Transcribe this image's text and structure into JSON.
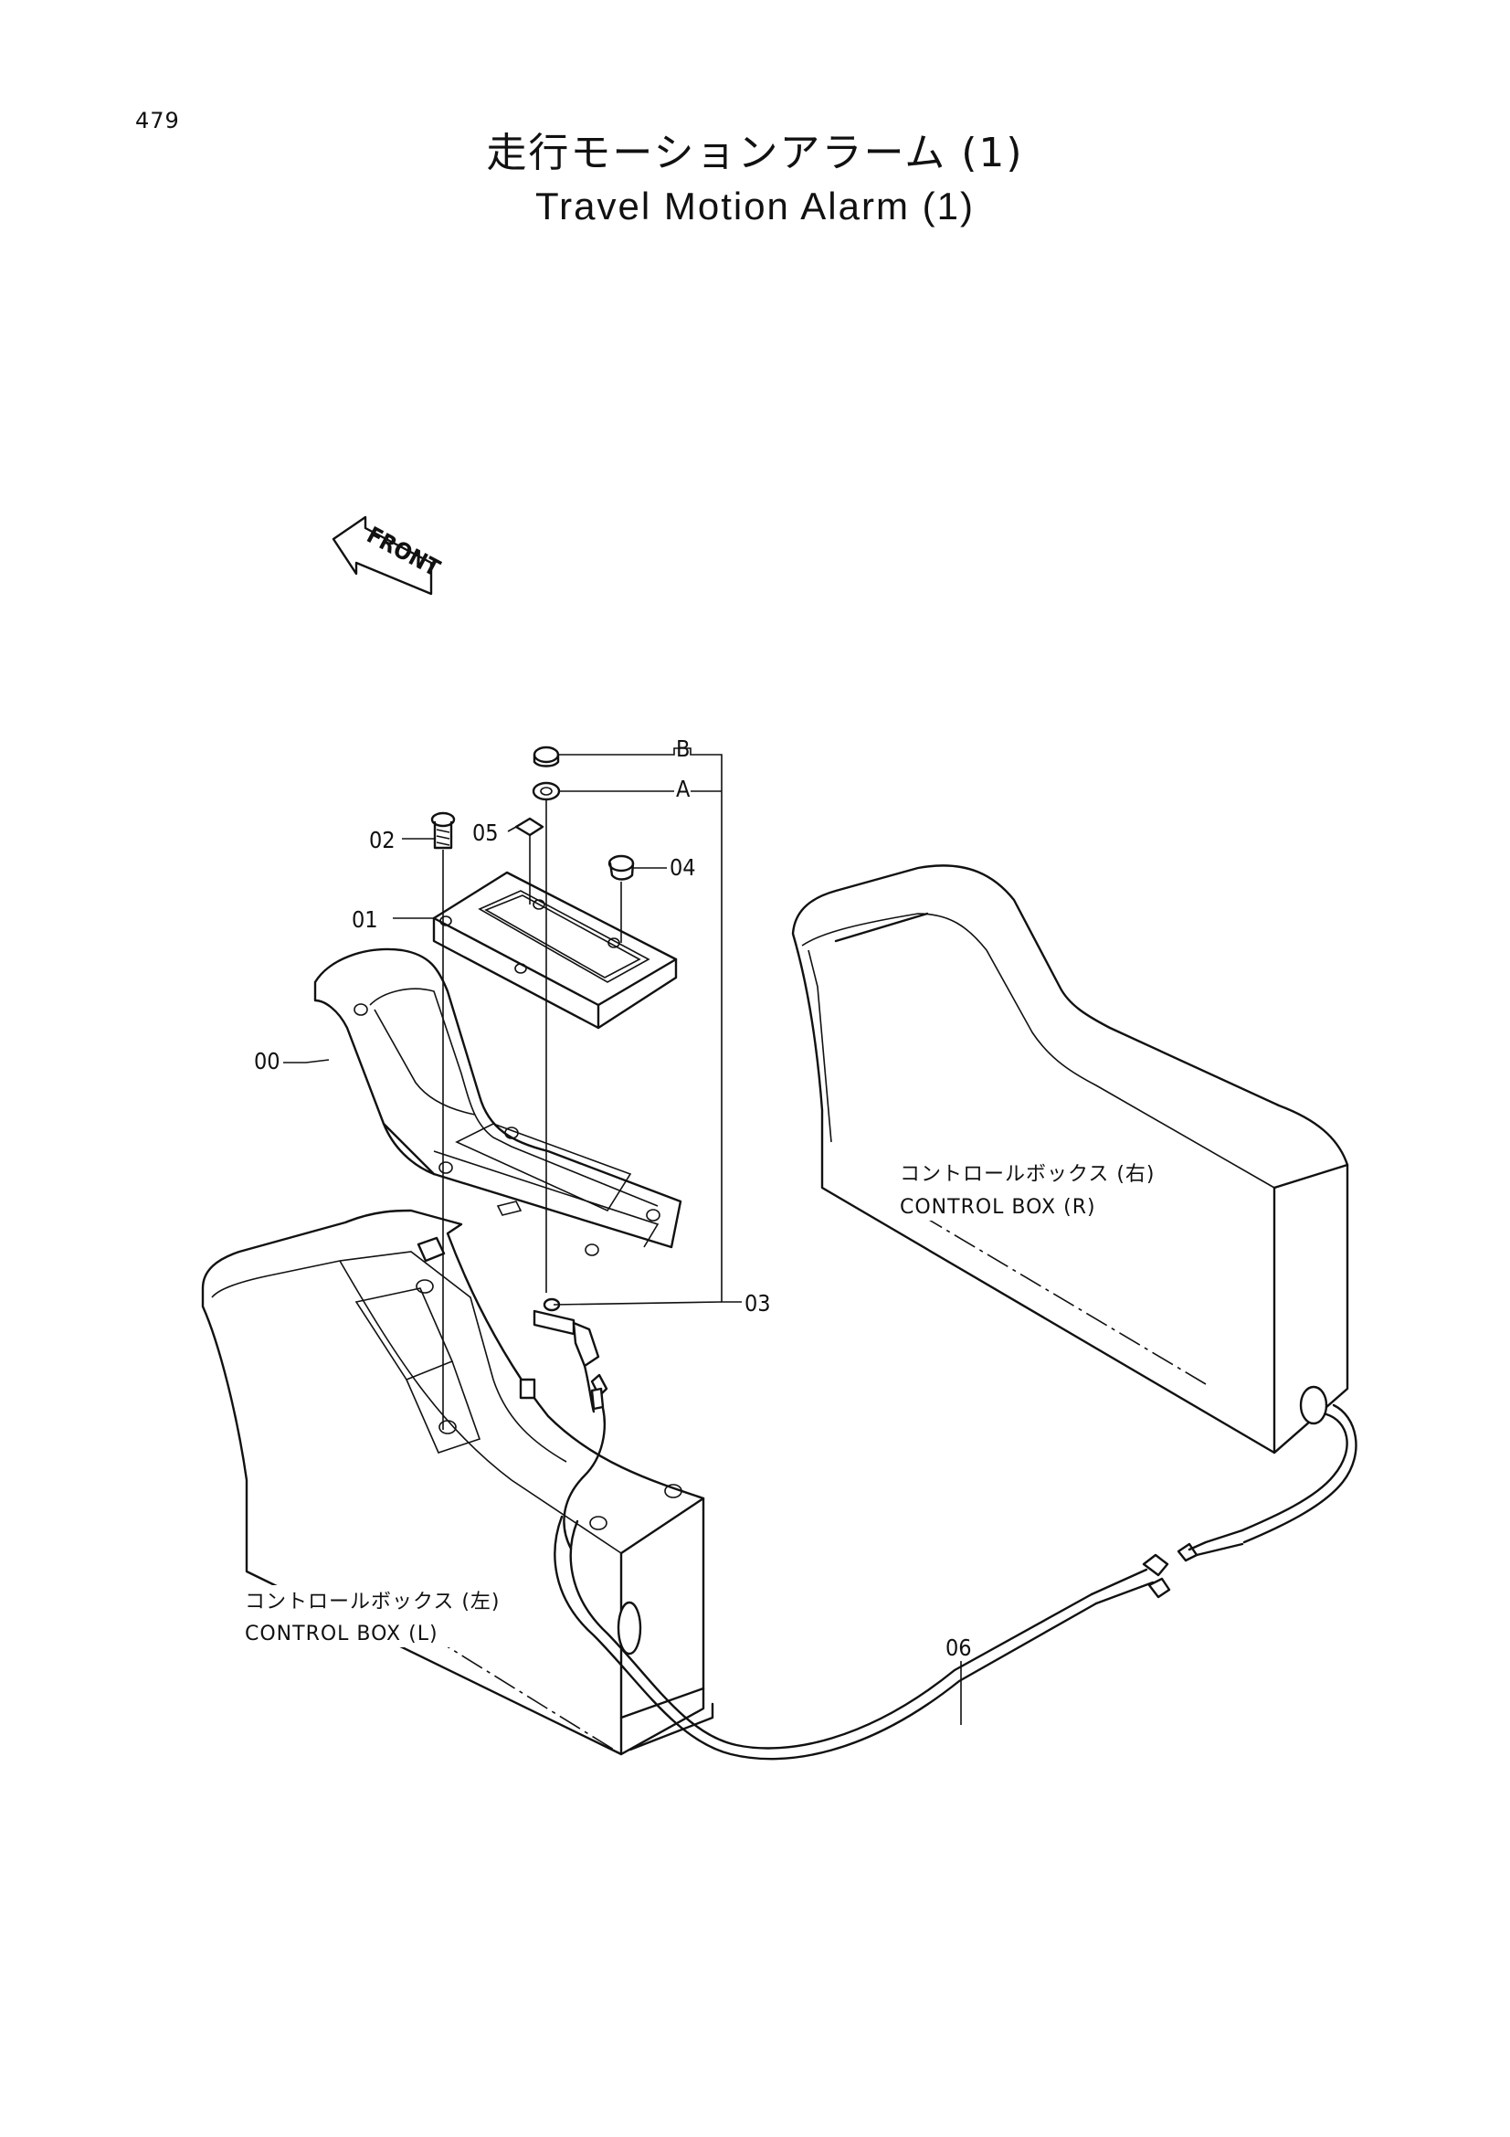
{
  "page_number": "479",
  "title": {
    "japanese": "走行モーションアラーム (1)",
    "english": "Travel Motion Alarm (1)"
  },
  "front_marker": "FRONT",
  "callouts": {
    "b": "B",
    "a": "A",
    "p02": "02",
    "p05": "05",
    "p04": "04",
    "p01": "01",
    "p00": "00",
    "p03": "03",
    "p06": "06"
  },
  "control_box_right": {
    "japanese": "コントロールボックス (右)",
    "english": "CONTROL BOX (R)"
  },
  "control_box_left": {
    "japanese": "コントロールボックス (左)",
    "english": "CONTROL BOX (L)"
  }
}
